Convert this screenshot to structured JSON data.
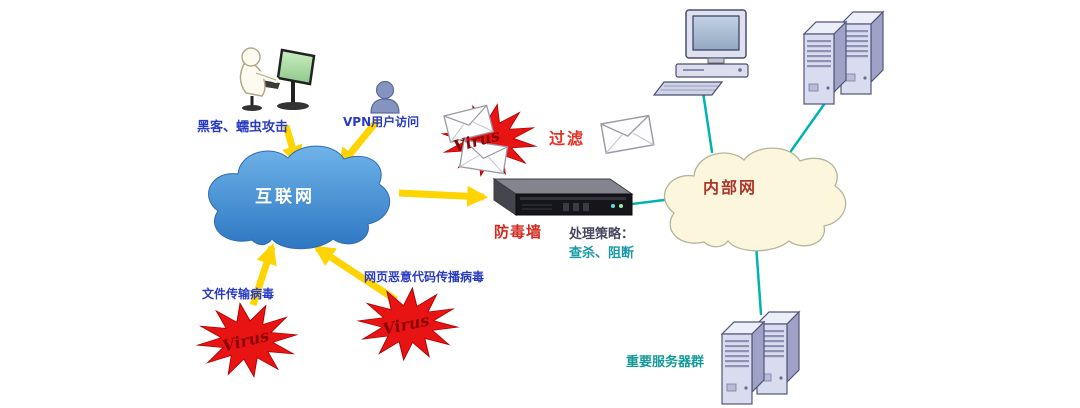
{
  "diagram": {
    "labels": {
      "hacker": "黑客、蠕虫攻击",
      "vpn": "VPN用户访问",
      "internet": "互联网",
      "virus": "Virus",
      "filter": "过滤",
      "firewall": "防毒墙",
      "policy_title": "处理策略：",
      "policy_action": "查杀、阻断",
      "intranet": "内部网",
      "file_virus": "文件传输病毒",
      "web_virus": "网页恶意代码传播病毒",
      "servers": "重要服务器群"
    },
    "colors": {
      "internet_cloud": "#3f85cf",
      "intranet_cloud": "#fcf6dc",
      "arrow_yellow": "#ffd400",
      "link_teal": "#00b2b2",
      "virus_red": "#e81313",
      "virus_text": "#8b0404",
      "label_blue": "#2b3cc4",
      "label_red": "#d5281e",
      "policy_teal": "#1b9aa8",
      "servers_teal": "#159a9a"
    }
  }
}
